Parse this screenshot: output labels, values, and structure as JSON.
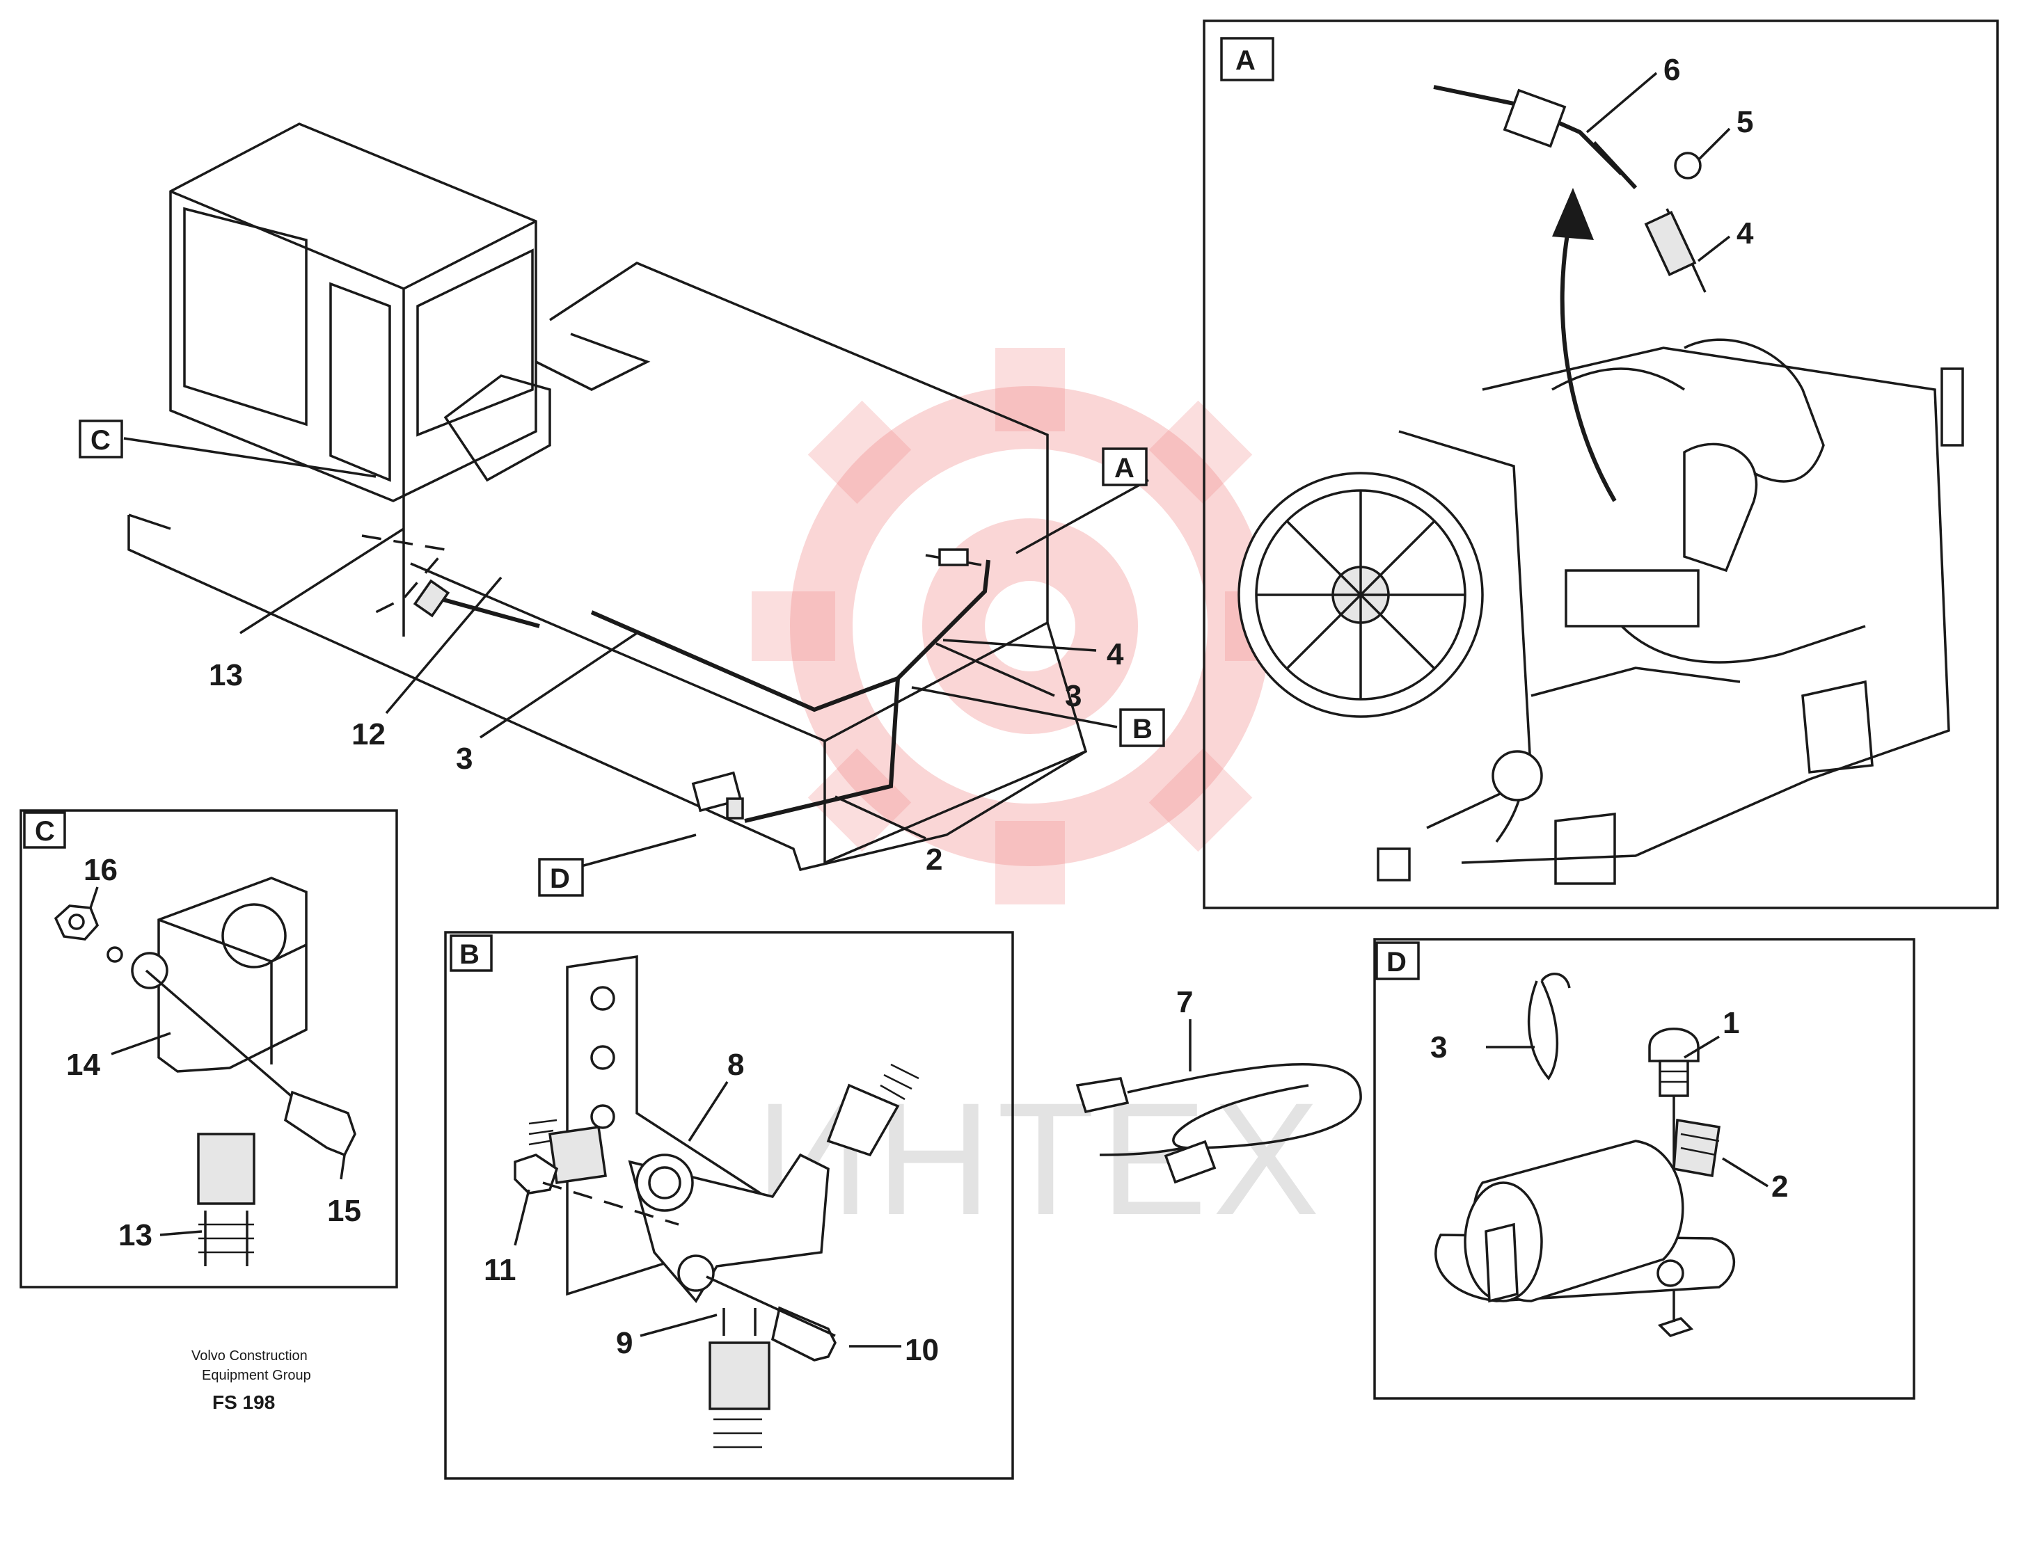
{
  "callouts": {
    "A": "A",
    "B": "B",
    "C": "C",
    "D": "D"
  },
  "main_numbers": [
    "13",
    "12",
    "3",
    "4",
    "3",
    "2"
  ],
  "panel_a": {
    "numbers": [
      "6",
      "5",
      "4"
    ]
  },
  "panel_c": {
    "numbers": [
      "16",
      "14",
      "15",
      "13"
    ]
  },
  "panel_b": {
    "numbers": [
      "8",
      "11",
      "9",
      "10"
    ]
  },
  "loose_part": {
    "number": "7"
  },
  "panel_d": {
    "numbers": [
      "1",
      "3",
      "2"
    ]
  },
  "footer": {
    "company_line1": "Volvo Construction",
    "company_line2": "Equipment Group",
    "code": "FS 198"
  },
  "watermark": {
    "text": "ИНТЕХ"
  }
}
